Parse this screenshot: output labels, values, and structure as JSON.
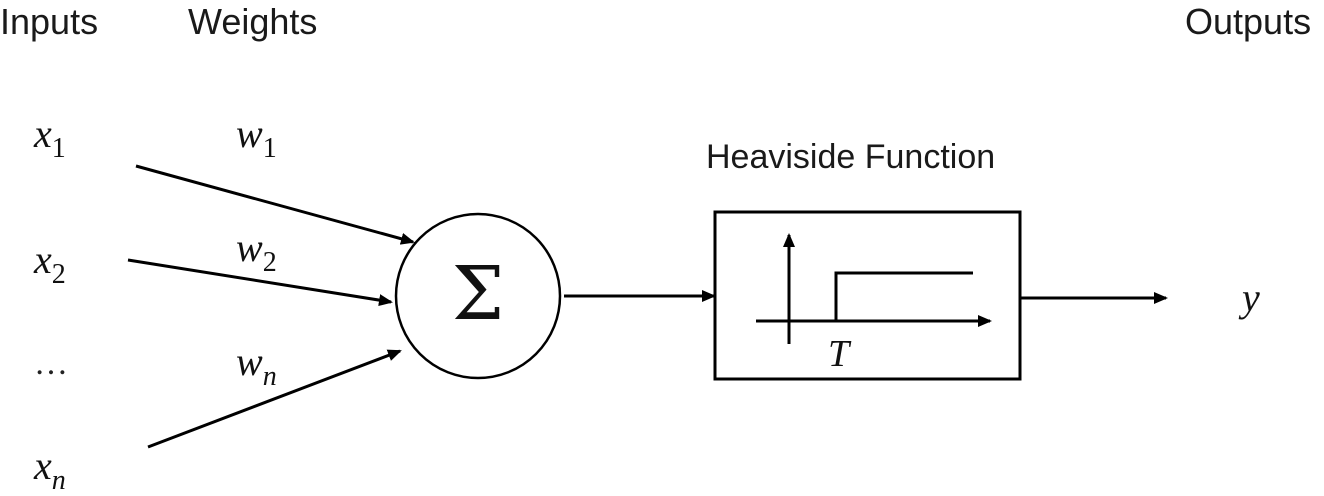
{
  "headers": {
    "inputs": "Inputs",
    "weights": "Weights",
    "outputs": "Outputs"
  },
  "inputs": [
    {
      "base": "x",
      "sub": "1"
    },
    {
      "base": "x",
      "sub": "2"
    },
    {
      "ellipsis": "…"
    },
    {
      "base": "x",
      "sub": "n"
    }
  ],
  "weights": [
    {
      "base": "w",
      "sub": "1"
    },
    {
      "base": "w",
      "sub": "2"
    },
    {
      "base": "w",
      "sub": "n"
    }
  ],
  "summation": {
    "symbol": "Σ"
  },
  "activation": {
    "title": "Heaviside Function",
    "threshold_label": "T"
  },
  "output": {
    "label": "y"
  },
  "colors": {
    "stroke": "#000000",
    "text": "#1a1a1a",
    "background": "#ffffff"
  }
}
